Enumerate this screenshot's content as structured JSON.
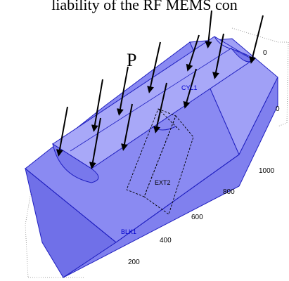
{
  "caption": "liability of the RF MEMS con",
  "force_label": "P",
  "part_labels": {
    "cylinder": "CYL1",
    "extrusion": "EXT2",
    "block": "BLK1"
  },
  "axis_ticks": [
    "1000",
    "800",
    "600",
    "400",
    "200"
  ],
  "top_ticks": [
    "0",
    "0"
  ],
  "colors": {
    "body_fill": "#8080f0",
    "edge": "#2020c0",
    "arrow": "#000000"
  }
}
